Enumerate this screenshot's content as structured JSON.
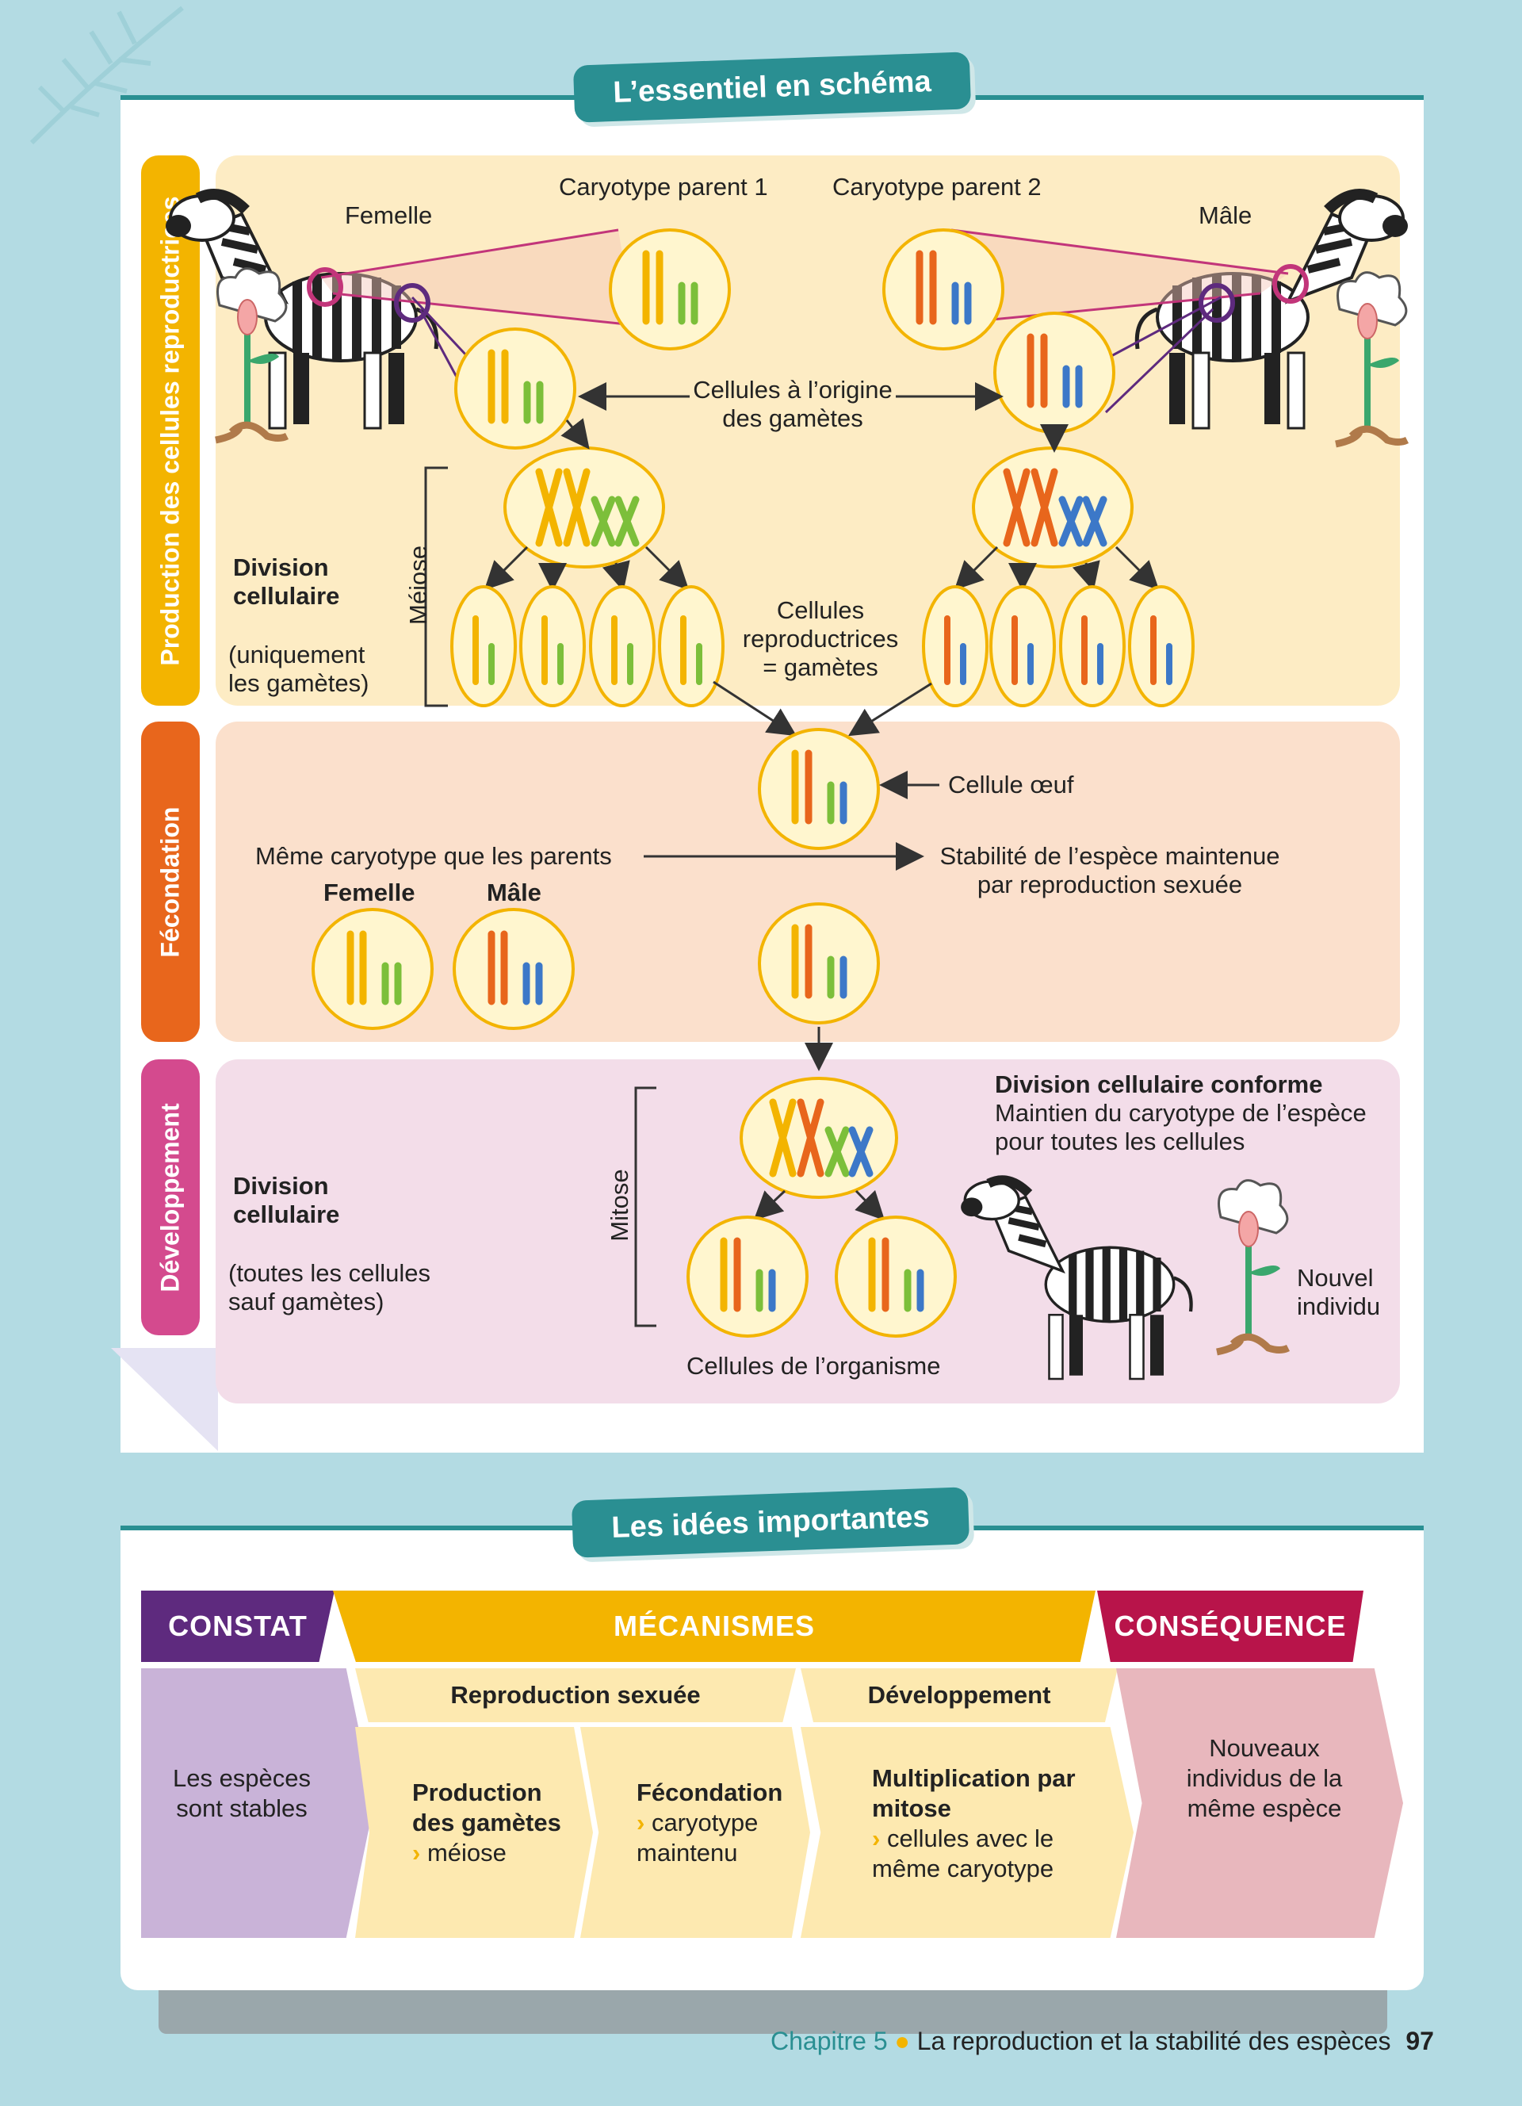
{
  "schema": {
    "title": "L’essentiel en schéma",
    "side_tabs": {
      "production": "Production des cellules reproductrices",
      "fecondation": "Fécondation",
      "developpement": "Développement"
    },
    "labels": {
      "femelle": "Femelle",
      "male": "Mâle",
      "caryotype_parent_1": "Caryotype parent 1",
      "caryotype_parent_2": "Caryotype parent 2",
      "cellules_origine_1": "Cellules à l’origine",
      "cellules_origine_2": "des gamètes",
      "division_cellulaire": "Division cellulaire",
      "uniquement_gametes_1": "(uniquement",
      "uniquement_gametes_2": "les gamètes)",
      "meiose": "Méiose",
      "cellules_repro_1": "Cellules",
      "cellules_repro_2": "reproductrices",
      "cellules_repro_3": "= gamètes",
      "cellule_oeuf": "Cellule œuf",
      "meme_caryotype": "Même caryotype que les parents",
      "stabilite_1": "Stabilité de l’espèce maintenue",
      "stabilite_2": "par reproduction sexuée",
      "femelle_b": "Femelle",
      "male_b": "Mâle",
      "division_cellulaire_2": "Division cellulaire",
      "toutes_cellules_1": "(toutes les cellules",
      "toutes_cellules_2": "sauf gamètes)",
      "mitose": "Mitose",
      "division_conforme": "Division cellulaire conforme",
      "maintien_1": "Maintien du caryotype de l’espèce",
      "maintien_2": "pour toutes les cellules",
      "nouvel_1": "Nouvel",
      "nouvel_2": "individu",
      "cellules_organisme": "Cellules de l’organisme"
    }
  },
  "idees": {
    "title": "Les idées importantes",
    "constat": {
      "header": "CONSTAT",
      "text": "Les espèces sont stables"
    },
    "mecanismes": {
      "header": "MÉCANISMES",
      "reproduction": "Reproduction sexuée",
      "developpement": "Développement",
      "production_title": "Production des gamètes",
      "production_detail": "méiose",
      "fecondation_title": "Fécondation",
      "fecondation_detail": "caryotype maintenu",
      "multiplication_title": "Multiplication par mitose",
      "multiplication_detail": "cellules avec le même caryotype"
    },
    "consequence": {
      "header": "CONSÉQUENCE",
      "text": "Nouveaux individus de la même espèce"
    }
  },
  "footer": {
    "chapter": "Chapitre 5",
    "title": "La reproduction et la stabilité des espèces",
    "page": "97"
  },
  "colors": {
    "teal": "#2a8f92",
    "yellow": "#f3b400",
    "orange": "#e8661c",
    "pink": "#d44a8e",
    "green": "#7cbf3a",
    "blue": "#3c78c8",
    "purple": "#5e2a7e",
    "crimson": "#b8144a"
  }
}
